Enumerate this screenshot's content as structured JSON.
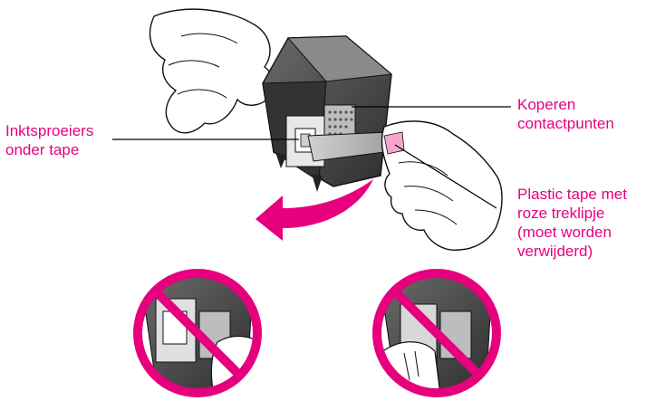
{
  "labels": {
    "nozzles": [
      "Inktsproeiers",
      "onder tape"
    ],
    "contacts": [
      "Koperen",
      "contactpunten"
    ],
    "tape": [
      "Plastic tape met",
      "roze treklipje",
      "(moet worden",
      "verwijderd)"
    ]
  },
  "colors": {
    "label_text": "#e6007e",
    "prohibit_ring": "#e6007e",
    "arrow": "#e6007e",
    "cartridge_body": "#4a4a4a",
    "leader_lines": "#000000"
  },
  "icons": {
    "prohibit": "no-sign-icon",
    "direction": "curved-arrow-icon"
  }
}
